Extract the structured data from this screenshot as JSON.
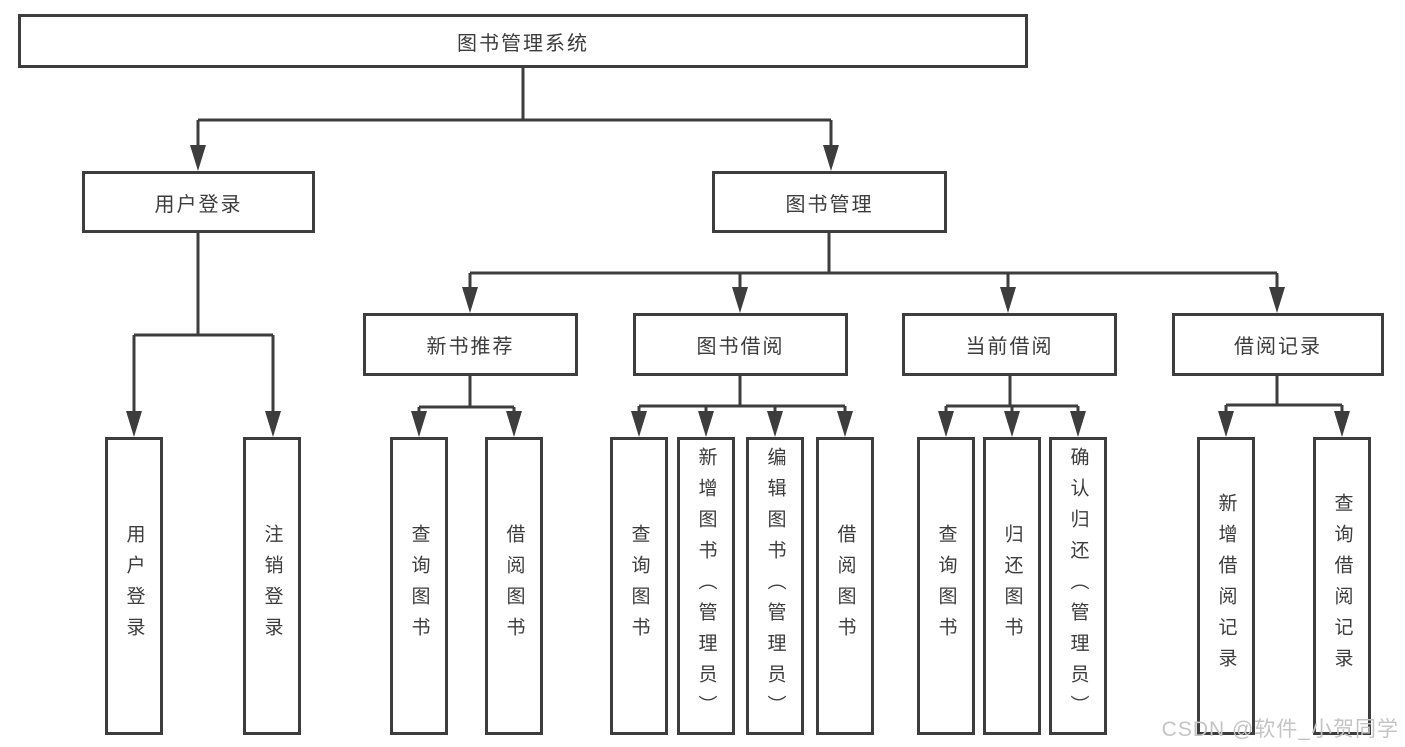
{
  "diagram": {
    "root": {
      "label": "图书管理系统"
    },
    "branches": [
      {
        "label": "用户登录",
        "children": [
          {
            "label": "用户登录"
          },
          {
            "label": "注销登录"
          }
        ]
      },
      {
        "label": "图书管理",
        "children": [
          {
            "label": "新书推荐",
            "children": [
              {
                "label": "查询图书"
              },
              {
                "label": "借阅图书"
              }
            ]
          },
          {
            "label": "图书借阅",
            "children": [
              {
                "label": "查询图书"
              },
              {
                "label": "新增图书（管理员）"
              },
              {
                "label": "编辑图书（管理员）"
              },
              {
                "label": "借阅图书"
              }
            ]
          },
          {
            "label": "当前借阅",
            "children": [
              {
                "label": "查询图书"
              },
              {
                "label": "归还图书"
              },
              {
                "label": "确认归还（管理员）"
              }
            ]
          },
          {
            "label": "借阅记录",
            "children": [
              {
                "label": "新增借阅记录"
              },
              {
                "label": "查询借阅记录"
              }
            ]
          }
        ]
      }
    ],
    "watermark": "CSDN @软件_小贺同学",
    "colors": {
      "line": "#3d3d3d",
      "box_border": "#3d3d3d",
      "text": "#3c3c3c",
      "watermark": "#c4c4c4",
      "background": "#ffffff"
    }
  }
}
